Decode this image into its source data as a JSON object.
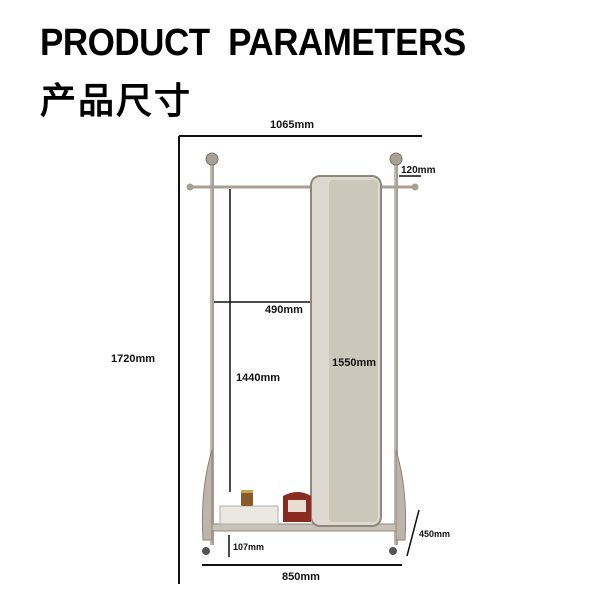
{
  "header": {
    "title_en": "PRODUCT  PARAMETERS",
    "title_cn": "产品尺寸"
  },
  "dimensions": {
    "overall_width": "1065mm",
    "hook_length": "120mm",
    "overall_height": "1720mm",
    "inner_width": "490mm",
    "hanging_height": "1440mm",
    "mirror_height": "1550mm",
    "shelf_clearance": "107mm",
    "base_width": "850mm",
    "depth": "450mm"
  },
  "colors": {
    "frame": "#a89f95",
    "frame_dark": "#7d746b",
    "mirror_face": "#ccc7bb",
    "mirror_edge": "#ddd9d0",
    "dimension_line": "#111111"
  }
}
